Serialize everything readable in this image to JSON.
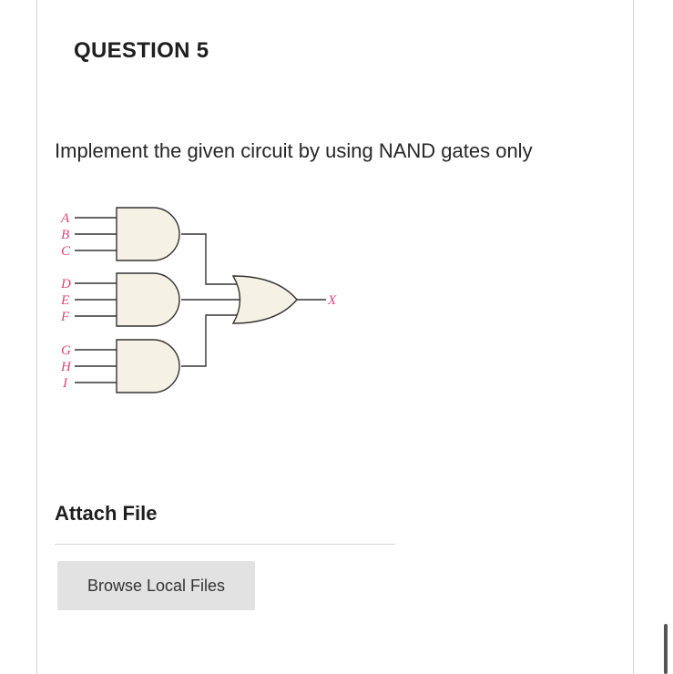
{
  "question": {
    "title": "QUESTION 5",
    "text": "Implement the given circuit by using NAND gates only"
  },
  "circuit": {
    "inputs": [
      "A",
      "B",
      "C",
      "D",
      "E",
      "F",
      "G",
      "H",
      "I"
    ],
    "output": "X",
    "input_label_color": "#e0427a",
    "gate_fill": "#f5f1e4"
  },
  "attach": {
    "title": "Attach File",
    "browse_label": "Browse Local Files"
  }
}
